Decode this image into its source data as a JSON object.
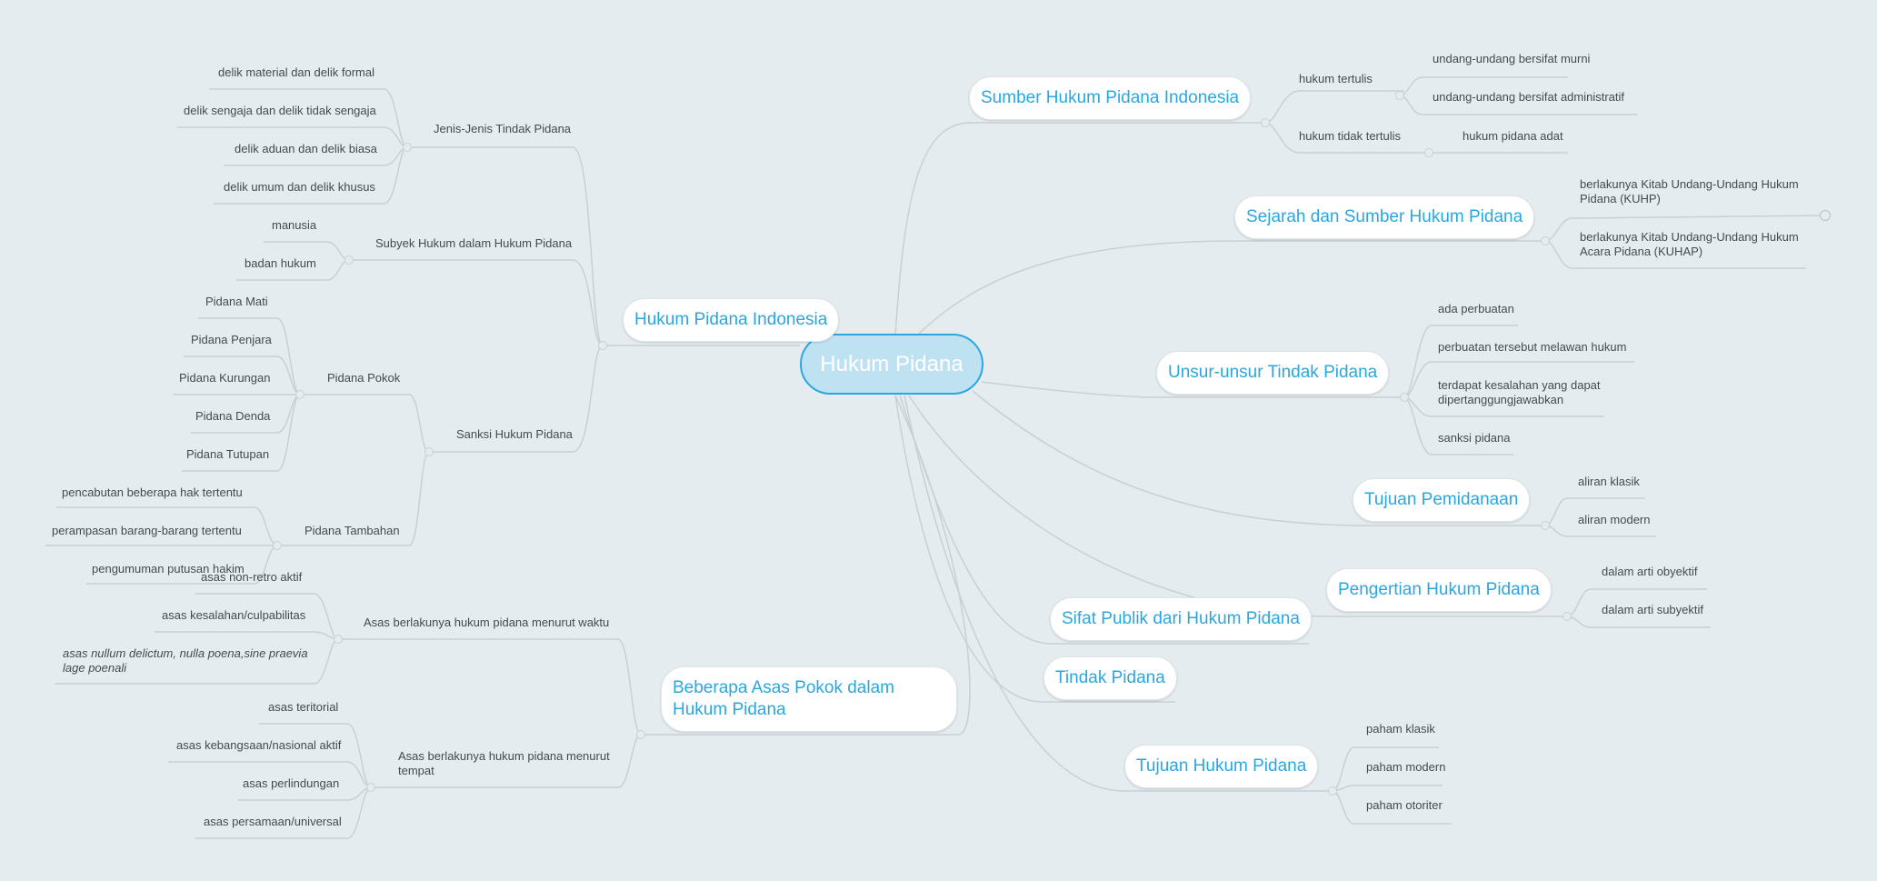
{
  "central": "Hukum Pidana",
  "branches": {
    "sumber": {
      "title": "Sumber Hukum Pidana Indonesia",
      "tertulis": "hukum tertulis",
      "murni": "undang-undang bersifat murni",
      "administratif": "undang-undang bersifat administratif",
      "tidak_tertulis": "hukum tidak tertulis",
      "adat": "hukum pidana adat"
    },
    "sejarah": {
      "title": "Sejarah dan Sumber Hukum Pidana",
      "kuhp": "berlakunya Kitab Undang-Undang Hukum Pidana (KUHP)",
      "kuhap": "berlakunya Kitab Undang-Undang Hukum Acara Pidana (KUHAP)"
    },
    "unsur": {
      "title": "Unsur-unsur Tindak Pidana",
      "items": [
        "ada perbuatan",
        "perbuatan tersebut melawan hukum",
        "terdapat kesalahan yang dapat dipertanggungjawabkan",
        "sanksi pidana"
      ]
    },
    "tujuan_pemidanaan": {
      "title": "Tujuan Pemidanaan",
      "items": [
        "aliran klasik",
        "aliran modern"
      ]
    },
    "pengertian": {
      "title": "Pengertian Hukum Pidana",
      "items": [
        "dalam arti obyektif",
        "dalam arti subyektif"
      ]
    },
    "sifat": {
      "title": "Sifat Publik dari Hukum Pidana"
    },
    "tindak": {
      "title": "Tindak Pidana"
    },
    "tujuan_hukum": {
      "title": "Tujuan Hukum Pidana",
      "items": [
        "paham klasik",
        "paham modern",
        "paham otoriter"
      ]
    },
    "hpi": {
      "title": "Hukum Pidana Indonesia",
      "jenis": {
        "title": "Jenis-Jenis Tindak Pidana",
        "items": [
          "delik material dan delik formal",
          "delik sengaja dan delik tidak sengaja",
          "delik aduan dan delik biasa",
          "delik umum dan delik khusus"
        ]
      },
      "subyek": {
        "title": "Subyek Hukum dalam Hukum Pidana",
        "items": [
          "manusia",
          "badan hukum"
        ]
      },
      "sanksi": {
        "title": "Sanksi Hukum Pidana",
        "pokok": {
          "title": "Pidana Pokok",
          "items": [
            "Pidana Mati",
            "Pidana Penjara",
            "Pidana Kurungan",
            "Pidana Denda",
            "Pidana Tutupan"
          ]
        },
        "tambahan": {
          "title": "Pidana Tambahan",
          "items": [
            "pencabutan beberapa hak tertentu",
            "perampasan barang-barang tertentu",
            "pengumuman putusan hakim"
          ]
        }
      }
    },
    "asas": {
      "title": "Beberapa Asas Pokok dalam Hukum Pidana",
      "waktu": {
        "title": "Asas berlakunya hukum pidana menurut waktu",
        "items": [
          "asas non-retro aktif",
          "asas kesalahan/culpabilitas",
          "asas nullum delictum, nulla poena,sine praevia lage poenali"
        ]
      },
      "tempat": {
        "title": "Asas berlakunya hukum pidana menurut tempat",
        "items": [
          "asas teritorial",
          "asas kebangsaan/nasional aktif",
          "asas perlindungan",
          "asas persamaan/universal"
        ]
      }
    }
  },
  "colors": {
    "background": "#e5ecef",
    "line": "#c8d0d4",
    "main_text": "#2aa7e0",
    "root_fill": "#bfe2f2",
    "root_border": "#2aa7e0",
    "sub_text": "#444b4e"
  }
}
